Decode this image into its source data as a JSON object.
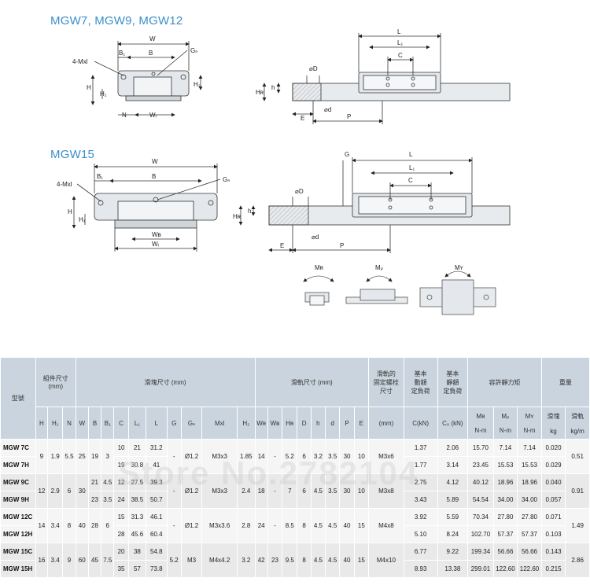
{
  "titles": {
    "section1": "MGW7, MGW9, MGW12",
    "section2": "MGW15"
  },
  "diagram_labels": {
    "W": "W",
    "B": "B",
    "B1": "B₁",
    "Gn": "Gₙ",
    "Mxl": "4-Mxl",
    "H": "H",
    "H1": "H₁",
    "H2": "H₂",
    "N": "N",
    "WR": "Wᵣ",
    "WB": "Wʙ",
    "L": "L",
    "L1": "L₁",
    "C": "C",
    "D": "⌀D",
    "d": "⌀d",
    "h": "h",
    "HR": "Hʀ",
    "E": "E",
    "P": "P",
    "G": "G"
  },
  "moments": {
    "MR": "Mʀ",
    "MP": "Mₚ",
    "MY": "Mʏ"
  },
  "table": {
    "headers": {
      "model": "型號",
      "assembly": "組件尺寸\n(mm)",
      "block": "滑塊尺寸 (mm)",
      "rail": "滑軌尺寸 (mm)",
      "rail_bolt": "滑軌的\n固定螺栓\n尺寸",
      "dyn": "基本\n動額\n定負荷",
      "stat": "基本\n靜額\n定負荷",
      "moment": "容許靜力矩",
      "weight": "重量"
    },
    "subheaders": {
      "H": "H",
      "H1": "H₁",
      "N": "N",
      "W": "W",
      "B": "B",
      "B1": "B₁",
      "C": "C",
      "L1": "L₁",
      "L": "L",
      "G": "G",
      "Gn": "Gₙ",
      "Mxl": "Mxl",
      "H2": "H₂",
      "WR": "Wʀ",
      "WB": "Wʙ",
      "HR": "Hʀ",
      "D": "D",
      "h": "h",
      "d": "d",
      "P": "P",
      "E": "E",
      "bolt_unit": "(mm)",
      "C_kN": "C(kN)",
      "C0_kN": "C₀ (kN)",
      "MR": "Mʀ",
      "MP": "Mₚ",
      "MY": "Mʏ",
      "MR_u": "N-m",
      "MP_u": "N-m",
      "MY_u": "N-m",
      "block_w": "滑塊",
      "rail_w": "滑軌",
      "block_u": "kg",
      "rail_u": "kg/m"
    },
    "rows": [
      {
        "model": "MGW 7C",
        "H": "9",
        "H1": "1.9",
        "N": "5.5",
        "W": "25",
        "B": "19",
        "B1": "3",
        "C": "10",
        "L1": "21",
        "L": "31.2",
        "G": "-",
        "Gn": "Ø1.2",
        "Mxl": "M3x3",
        "H2": "1.85",
        "WR": "14",
        "WB": "-",
        "HR": "5.2",
        "D": "6",
        "h": "3.2",
        "d": "3.5",
        "P": "30",
        "E": "10",
        "bolt": "M3x6",
        "C_kN": "1.37",
        "C0": "2.06",
        "MR": "15.70",
        "MP": "7.14",
        "MY": "7.14",
        "kg": "0.020",
        "kgm": "0.51"
      },
      {
        "model": "MGW 7H",
        "C": "19",
        "L1": "30.8",
        "L": "41",
        "C_kN": "1.77",
        "C0": "3.14",
        "MR": "23.45",
        "MP": "15.53",
        "MY": "15.53",
        "kg": "0.029"
      },
      {
        "model": "MGW 9C",
        "H": "12",
        "H1": "2.9",
        "N": "6",
        "W": "30",
        "B": "21",
        "B1": "4.5",
        "C": "12",
        "L1": "27.5",
        "L": "39.3",
        "G": "-",
        "Gn": "Ø1.2",
        "Mxl": "M3x3",
        "H2": "2.4",
        "WR": "18",
        "WB": "-",
        "HR": "7",
        "D": "6",
        "h": "4.5",
        "d": "3.5",
        "P": "30",
        "E": "10",
        "bolt": "M3x8",
        "C_kN": "2.75",
        "C0": "4.12",
        "MR": "40.12",
        "MP": "18.96",
        "MY": "18.96",
        "kg": "0.040",
        "kgm": "0.91"
      },
      {
        "model": "MGW 9H",
        "B": "23",
        "B1": "3.5",
        "C": "24",
        "L1": "38.5",
        "L": "50.7",
        "C_kN": "3.43",
        "C0": "5.89",
        "MR": "54.54",
        "MP": "34.00",
        "MY": "34.00",
        "kg": "0.057"
      },
      {
        "model": "MGW 12C",
        "H": "14",
        "H1": "3.4",
        "N": "8",
        "W": "40",
        "B": "28",
        "B1": "6",
        "C": "15",
        "L1": "31.3",
        "L": "46.1",
        "G": "-",
        "Gn": "Ø1.2",
        "Mxl": "M3x3.6",
        "H2": "2.8",
        "WR": "24",
        "WB": "-",
        "HR": "8.5",
        "D": "8",
        "h": "4.5",
        "d": "4.5",
        "P": "40",
        "E": "15",
        "bolt": "M4x8",
        "C_kN": "3.92",
        "C0": "5.59",
        "MR": "70.34",
        "MP": "27.80",
        "MY": "27.80",
        "kg": "0.071",
        "kgm": "1.49"
      },
      {
        "model": "MGW 12H",
        "C": "28",
        "L1": "45.6",
        "L": "60.4",
        "C_kN": "5.10",
        "C0": "8.24",
        "MR": "102.70",
        "MP": "57.37",
        "MY": "57.37",
        "kg": "0.103"
      },
      {
        "model": "MGW 15C",
        "H": "16",
        "H1": "3.4",
        "N": "9",
        "W": "60",
        "B": "45",
        "B1": "7.5",
        "C": "20",
        "L1": "38",
        "L": "54.8",
        "G": "5.2",
        "Gn": "M3",
        "Mxl": "M4x4.2",
        "H2": "3.2",
        "WR": "42",
        "WB": "23",
        "HR": "9.5",
        "D": "8",
        "h": "4.5",
        "d": "4.5",
        "P": "40",
        "E": "15",
        "bolt": "M4x10",
        "C_kN": "6.77",
        "C0": "9.22",
        "MR": "199.34",
        "MP": "56.66",
        "MY": "56.66",
        "kg": "0.143",
        "kgm": "2.86"
      },
      {
        "model": "MGW 15H",
        "C": "35",
        "L1": "57",
        "L": "73.8",
        "C_kN": "8.93",
        "C0": "13.38",
        "MR": "299.01",
        "MP": "122.60",
        "MY": "122.60",
        "kg": "0.215"
      }
    ]
  },
  "watermark": "Store No.2782104"
}
